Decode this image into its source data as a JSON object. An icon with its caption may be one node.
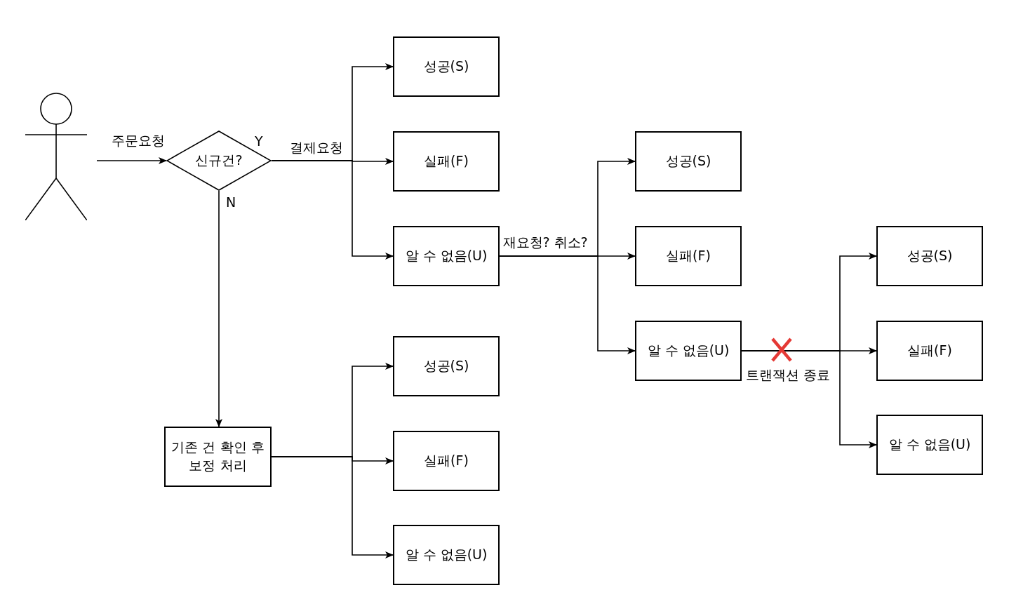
{
  "diagram": {
    "nodes": [
      {
        "text": [],
        "shape": "person"
      },
      {
        "text": [
          "신규건?"
        ]
      },
      {
        "text": [
          "성공(S)"
        ]
      },
      {
        "text": [
          "실패(F)"
        ]
      },
      {
        "text": [
          "알 수 없음(U)"
        ]
      },
      {
        "text": [
          "성공(S)"
        ]
      },
      {
        "text": [
          "실패(F)"
        ]
      },
      {
        "text": [
          "알 수 없음(U)"
        ]
      },
      {
        "text": [
          "성공(S)"
        ]
      },
      {
        "text": [
          "실패(F)"
        ]
      },
      {
        "text": [
          "알 수 없음(U)"
        ]
      },
      {
        "text": [
          "기존 건 확인 후 보정 처리"
        ]
      },
      {
        "text": [
          "성공(S)"
        ]
      },
      {
        "text": [
          "실패(F)"
        ]
      },
      {
        "text": [
          "알 수 없음(U)"
        ]
      }
    ],
    "edges": [
      {
        "from": 0,
        "to": 1,
        "arrow": "to",
        "label": "주문요청"
      },
      {
        "from": 1,
        "to": 2,
        "arrow": "to"
      },
      {
        "from": 1,
        "to": 3,
        "arrow": "to",
        "label": "결제요청"
      },
      {
        "from": 1,
        "to": 4,
        "arrow": "to"
      },
      {
        "from": 1,
        "to": 11,
        "arrow": "to"
      },
      {
        "from": 4,
        "to": 5,
        "arrow": "to"
      },
      {
        "from": 4,
        "to": 6,
        "arrow": "to",
        "label": "재요청? 취소?"
      },
      {
        "from": 4,
        "to": 7,
        "arrow": "to"
      },
      {
        "from": 7,
        "to": 8,
        "arrow": "to"
      },
      {
        "from": 7,
        "to": 9,
        "arrow": "to",
        "label": "트랜잭션 종료"
      },
      {
        "from": 7,
        "to": 10,
        "arrow": "to"
      },
      {
        "from": 11,
        "to": 12,
        "arrow": "to"
      },
      {
        "from": 11,
        "to": 13,
        "arrow": "to"
      },
      {
        "from": 11,
        "to": 14,
        "arrow": "to"
      }
    ],
    "labels": [
      "Y",
      "N"
    ]
  }
}
